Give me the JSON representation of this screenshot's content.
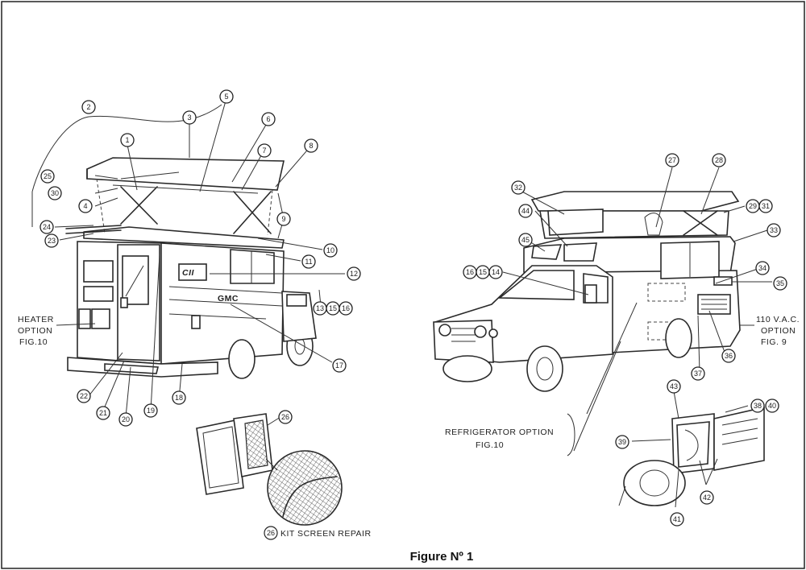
{
  "figure": {
    "caption": "Figure Nº 1",
    "captions": {
      "heater": [
        "HEATER",
        "OPTION",
        "FIG.10"
      ],
      "refrigerator": [
        "REFRIGERATOR OPTION",
        "FIG.10"
      ],
      "vac": [
        "110 V.A.C.",
        "OPTION",
        "FIG. 9"
      ],
      "kit": "KIT SCREEN REPAIR",
      "kit_number": "26"
    },
    "badge_text": "GMC"
  },
  "callouts": [
    {
      "id": "c1",
      "text": "1"
    },
    {
      "id": "c2",
      "text": "2"
    },
    {
      "id": "c3",
      "text": "3"
    },
    {
      "id": "c4",
      "text": "4"
    },
    {
      "id": "c5",
      "text": "5"
    },
    {
      "id": "c6",
      "text": "6"
    },
    {
      "id": "c7",
      "text": "7"
    },
    {
      "id": "c8",
      "text": "8"
    },
    {
      "id": "c9",
      "text": "9"
    },
    {
      "id": "c10",
      "text": "10"
    },
    {
      "id": "c11",
      "text": "11"
    },
    {
      "id": "c12",
      "text": "12"
    },
    {
      "id": "c13",
      "text": "13"
    },
    {
      "id": "c15a",
      "text": "15"
    },
    {
      "id": "c16a",
      "text": "16"
    },
    {
      "id": "c17",
      "text": "17"
    },
    {
      "id": "c18",
      "text": "18"
    },
    {
      "id": "c19",
      "text": "19"
    },
    {
      "id": "c20",
      "text": "20"
    },
    {
      "id": "c21",
      "text": "21"
    },
    {
      "id": "c22",
      "text": "22"
    },
    {
      "id": "c23",
      "text": "23"
    },
    {
      "id": "c24",
      "text": "24"
    },
    {
      "id": "c25",
      "text": "25"
    },
    {
      "id": "c26",
      "text": "26"
    },
    {
      "id": "c27",
      "text": "27"
    },
    {
      "id": "c28",
      "text": "28"
    },
    {
      "id": "c29",
      "text": "29"
    },
    {
      "id": "c30",
      "text": "30"
    },
    {
      "id": "c31",
      "text": "31"
    },
    {
      "id": "c32",
      "text": "32"
    },
    {
      "id": "c33",
      "text": "33"
    },
    {
      "id": "c34",
      "text": "34"
    },
    {
      "id": "c35",
      "text": "35"
    },
    {
      "id": "c36",
      "text": "36"
    },
    {
      "id": "c37",
      "text": "37"
    },
    {
      "id": "c38",
      "text": "38"
    },
    {
      "id": "c39",
      "text": "39"
    },
    {
      "id": "c40",
      "text": "40"
    },
    {
      "id": "c41",
      "text": "41"
    },
    {
      "id": "c42",
      "text": "42"
    },
    {
      "id": "c43",
      "text": "43"
    },
    {
      "id": "c44",
      "text": "44"
    },
    {
      "id": "c45",
      "text": "45"
    },
    {
      "id": "c16b",
      "text": "16"
    },
    {
      "id": "c15b",
      "text": "15"
    },
    {
      "id": "c14",
      "text": "14"
    }
  ]
}
